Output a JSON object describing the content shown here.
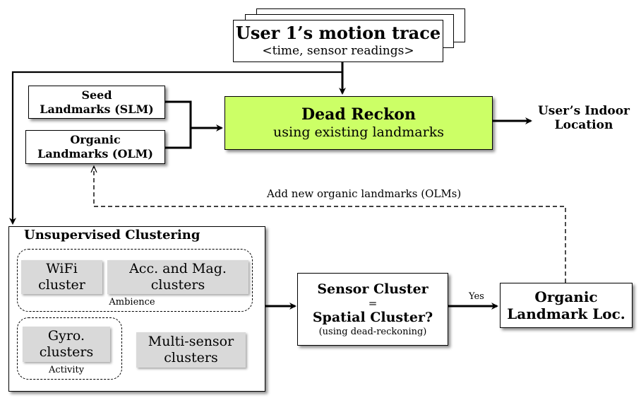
{
  "motion_trace": {
    "title": "User 1’s motion trace",
    "subtitle": "<time, sensor readings>"
  },
  "seed_landmarks": {
    "line1": "Seed",
    "line2": "Landmarks (SLM)"
  },
  "organic_landmarks": {
    "line1": "Organic",
    "line2": "Landmarks (OLM)"
  },
  "dead_reckon": {
    "title": "Dead Reckon",
    "subtitle": "using existing landmarks",
    "fill": "#ccff66"
  },
  "output": {
    "line1": "User’s Indoor",
    "line2": "Location"
  },
  "feedback_label": "Add new organic landmarks (OLMs)",
  "clustering": {
    "title": "Unsupervised Clustering",
    "ambience_label": "Ambience",
    "activity_label": "Activity",
    "wifi": {
      "line1": "WiFi",
      "line2": "cluster"
    },
    "accmag": {
      "line1": "Acc. and Mag.",
      "line2": "clusters"
    },
    "gyro": {
      "line1": "Gyro.",
      "line2": "clusters"
    },
    "multi": {
      "line1": "Multi-sensor",
      "line2": "clusters"
    }
  },
  "sensor_cluster": {
    "line1": "Sensor Cluster",
    "equals": "=",
    "line2": "Spatial Cluster?",
    "note": "(using dead-reckoning)"
  },
  "yes_label": "Yes",
  "organic_loc": {
    "line1": "Organic",
    "line2": "Landmark Loc."
  }
}
